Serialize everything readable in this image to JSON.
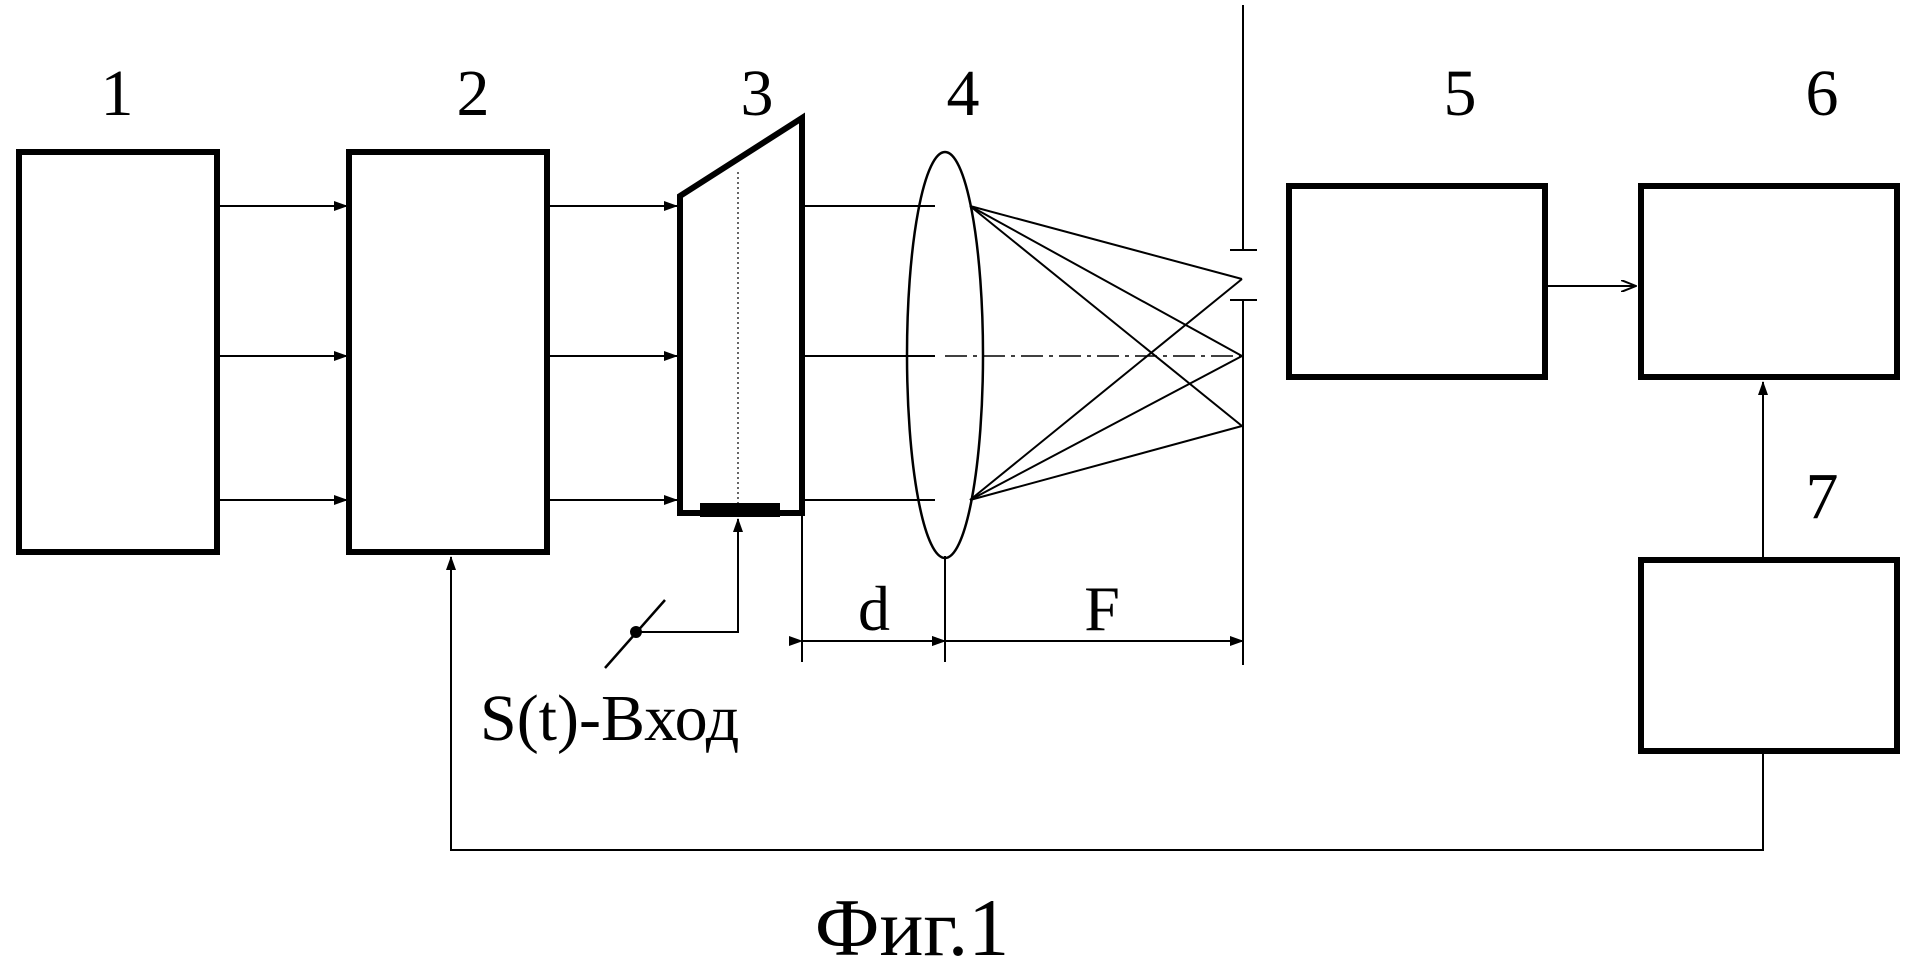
{
  "figure": {
    "caption": "Фиг.1",
    "input_label": "S(t)-Вход",
    "dimension_d": "d",
    "dimension_F": "F"
  },
  "blocks": [
    {
      "id": "1",
      "label": "1"
    },
    {
      "id": "2",
      "label": "2"
    },
    {
      "id": "3",
      "label": "3"
    },
    {
      "id": "4",
      "label": "4"
    },
    {
      "id": "5",
      "label": "5"
    },
    {
      "id": "6",
      "label": "6"
    },
    {
      "id": "7",
      "label": "7"
    }
  ],
  "colors": {
    "ink": "#000000",
    "background": "#ffffff"
  }
}
